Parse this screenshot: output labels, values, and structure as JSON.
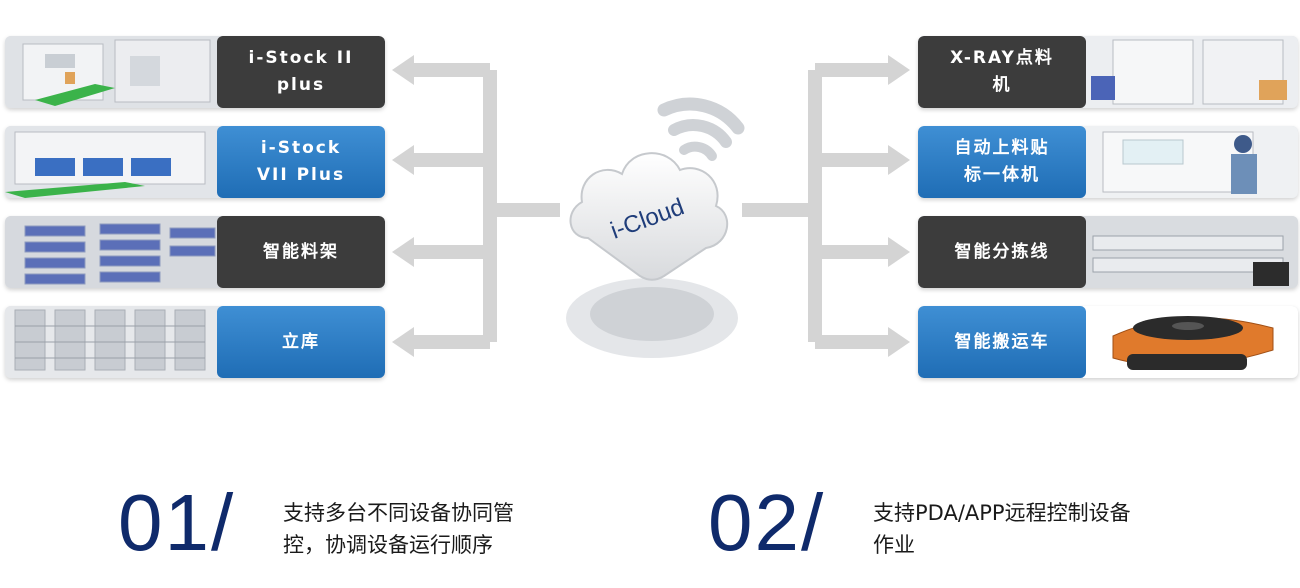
{
  "cloud": {
    "label": "i-Cloud"
  },
  "left_devices": [
    {
      "label": "i-Stock II\nplus",
      "style": "dark",
      "photo_icon": "smt-storage-machine-photo"
    },
    {
      "label": "i-Stock\nVII Plus",
      "style": "blue",
      "photo_icon": "smt-storage-line-photo"
    },
    {
      "label": "智能料架",
      "style": "dark",
      "photo_icon": "smart-rack-photo"
    },
    {
      "label": "立库",
      "style": "blue",
      "photo_icon": "warehouse-racks-photo"
    }
  ],
  "right_devices": [
    {
      "label": "X-RAY点料\n机",
      "style": "dark",
      "photo_icon": "xray-counter-photo"
    },
    {
      "label": "自动上料贴\n标一体机",
      "style": "blue",
      "photo_icon": "labeling-machine-photo"
    },
    {
      "label": "智能分拣线",
      "style": "dark",
      "photo_icon": "sorting-line-photo"
    },
    {
      "label": "智能搬运车",
      "style": "blue",
      "photo_icon": "agv-robot-photo"
    }
  ],
  "features": [
    {
      "number": "01/",
      "text": "支持多台不同设备协同管\n控，协调设备运行顺序"
    },
    {
      "number": "02/",
      "text": "支持PDA/APP远程控制设备\n作业"
    }
  ],
  "colors": {
    "blue": "#2a7cc7",
    "dark": "#3c3c3c",
    "number": "#0f2a6b",
    "connector": "#d4d4d4"
  }
}
